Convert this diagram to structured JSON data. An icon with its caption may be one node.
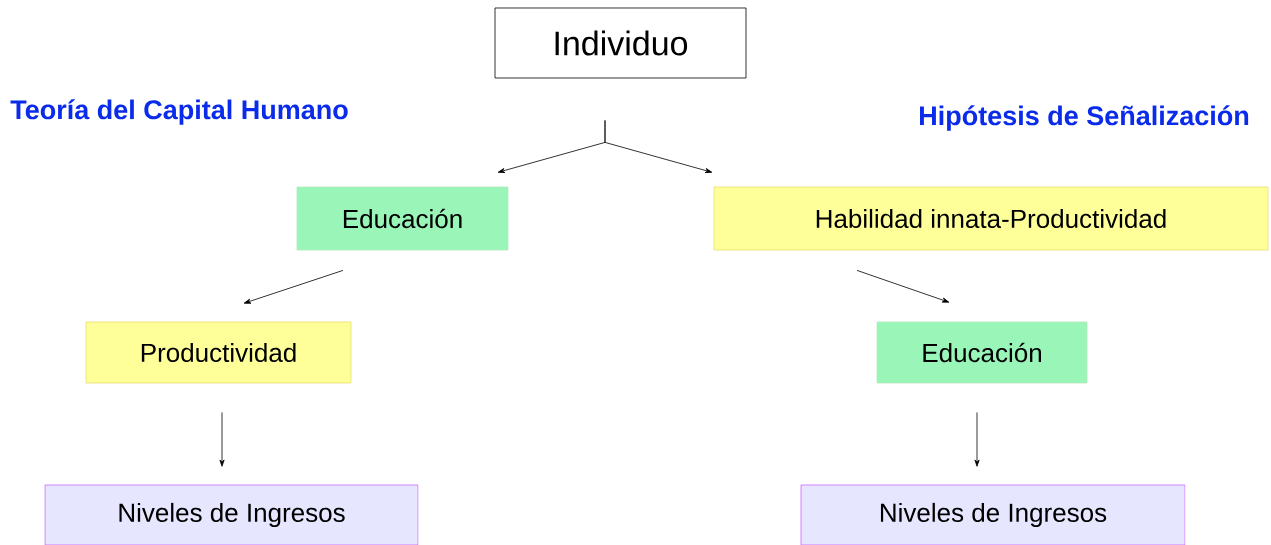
{
  "diagram": {
    "nodes": [
      {
        "text": [
          "Individuo"
        ]
      },
      {
        "text": [
          "Educación"
        ]
      },
      {
        "text": [
          "Habilidad innata-Productividad"
        ]
      },
      {
        "text": [
          "Productividad"
        ]
      },
      {
        "text": [
          "Educación"
        ]
      },
      {
        "text": [
          "Niveles de Ingresos"
        ]
      },
      {
        "text": [
          "Niveles de Ingresos"
        ]
      }
    ],
    "edges": [
      {
        "from": 0,
        "to": 1,
        "arrow": "to"
      },
      {
        "from": 0,
        "to": 2,
        "arrow": "to"
      },
      {
        "from": 1,
        "to": 3,
        "arrow": "to"
      },
      {
        "from": 2,
        "to": 4,
        "arrow": "to"
      },
      {
        "from": 3,
        "to": 5,
        "arrow": "to"
      },
      {
        "from": 4,
        "to": 6,
        "arrow": "to"
      }
    ],
    "labels": [
      "Teoría del Capital Humano",
      "Hipótesis de Señalización"
    ]
  }
}
